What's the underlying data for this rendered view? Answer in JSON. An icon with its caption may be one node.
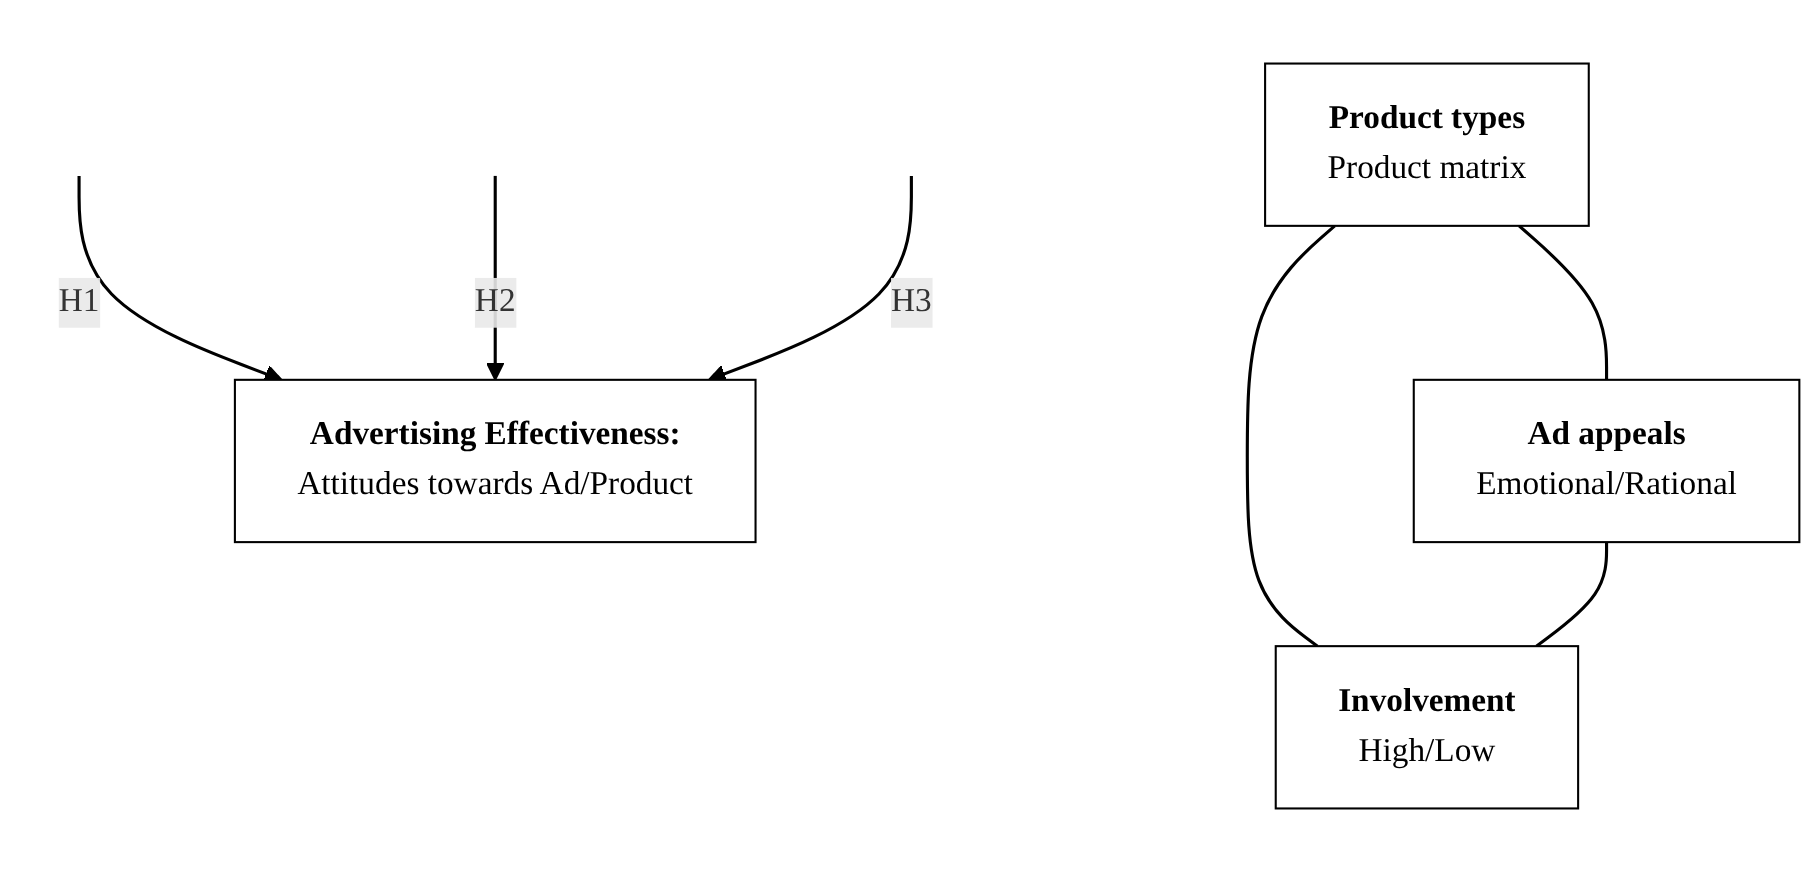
{
  "diagram": {
    "nodes": [
      {
        "text": [
          "Product types",
          "Product matrix"
        ]
      },
      {
        "text": [
          "Advertising Effectiveness:",
          "Attitudes towards Ad/Product"
        ]
      },
      {
        "text": [
          "Ad appeals",
          "Emotional/Rational"
        ]
      },
      {
        "text": [
          "Involvement",
          "High/Low"
        ]
      }
    ],
    "edges": [
      {
        "from": 0,
        "to": 2,
        "arrow": "none"
      },
      {
        "from": 0,
        "to": 3,
        "arrow": "none"
      },
      {
        "from": 2,
        "to": 3,
        "arrow": "none"
      },
      {
        "from": null,
        "to": 1,
        "arrow": "to",
        "label": "H1"
      },
      {
        "from": null,
        "to": 1,
        "arrow": "to",
        "label": "H2"
      },
      {
        "from": null,
        "to": 1,
        "arrow": "to",
        "label": "H3"
      }
    ]
  }
}
